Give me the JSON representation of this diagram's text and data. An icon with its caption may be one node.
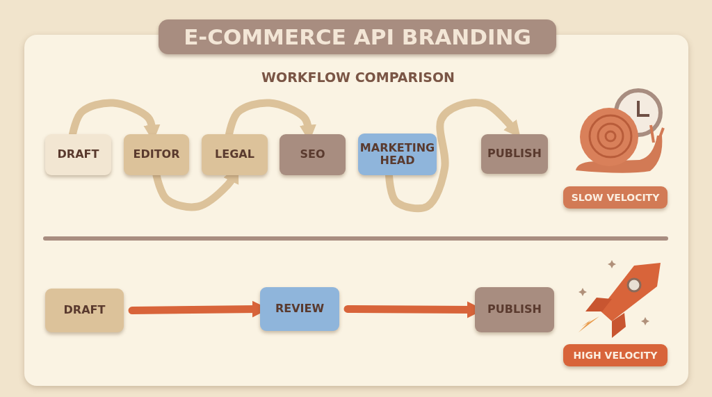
{
  "diagram": {
    "title": "E-COMMERCE API BRANDING",
    "nodes": [
      {
        "text": [
          "DRAFT"
        ]
      },
      {
        "text": [
          "EDITOR"
        ]
      },
      {
        "text": [
          "LEGAL"
        ]
      },
      {
        "text": [
          "SEO"
        ]
      },
      {
        "text": [
          "MARKETING HEAD"
        ]
      },
      {
        "text": [
          "PUBLISH"
        ]
      },
      {
        "text": [
          "SLOW VELOCITY"
        ]
      },
      {
        "text": [
          "DRAFT"
        ]
      },
      {
        "text": [
          "REVIEW"
        ]
      },
      {
        "text": [
          "PUBLISH"
        ]
      },
      {
        "text": [
          "HIGH VELOCITY"
        ]
      }
    ],
    "edges": [
      {
        "from": 0,
        "to": 1,
        "arrow": "to"
      },
      {
        "from": 1,
        "to": 2,
        "arrow": "to"
      },
      {
        "from": 2,
        "to": 3,
        "arrow": "to"
      },
      {
        "from": 4,
        "to": 5,
        "arrow": "to"
      },
      {
        "from": 7,
        "to": 8,
        "arrow": "to",
        "color": "#d8643a"
      },
      {
        "from": 8,
        "to": 9,
        "arrow": "to",
        "color": "#d8643a"
      }
    ],
    "labels": [
      "WORKFLOW COMPARISON"
    ]
  }
}
